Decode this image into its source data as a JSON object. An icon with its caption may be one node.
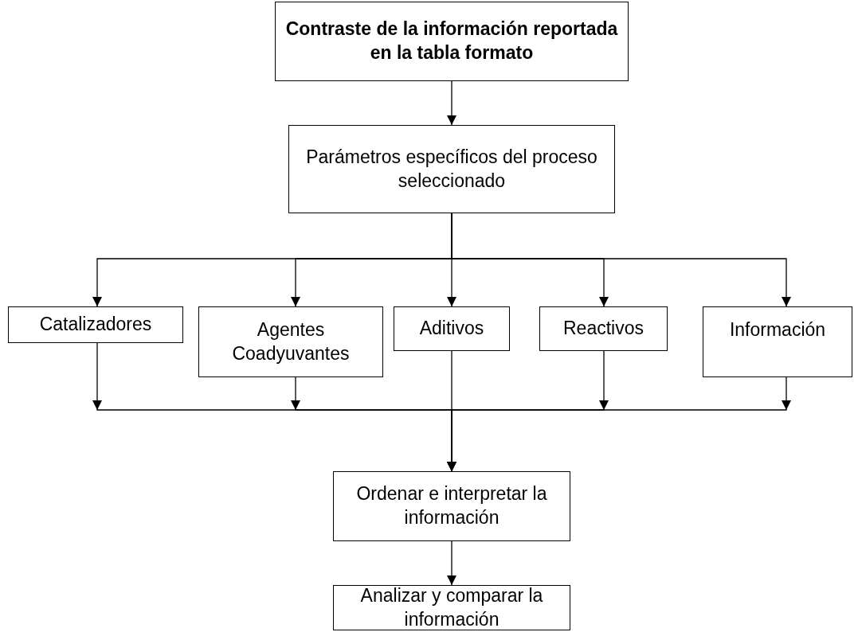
{
  "diagram": {
    "nodes": [
      {
        "text": [
          "Contraste de la información reportada en la tabla formato"
        ]
      },
      {
        "text": [
          "Parámetros específicos del proceso seleccionado"
        ]
      },
      {
        "text": [
          "Catalizadores"
        ]
      },
      {
        "text": [
          "Agentes Coadyuvantes"
        ]
      },
      {
        "text": [
          "Aditivos"
        ]
      },
      {
        "text": [
          "Reactivos"
        ]
      },
      {
        "text": [
          "Información"
        ]
      },
      {
        "text": [
          "Ordenar e interpretar la información"
        ]
      },
      {
        "text": [
          "Analizar y comparar la información"
        ]
      }
    ],
    "edges": [
      {
        "from": 0,
        "to": 1,
        "arrow": "to"
      },
      {
        "from": 1,
        "to": 2,
        "arrow": "to"
      },
      {
        "from": 1,
        "to": 3,
        "arrow": "to"
      },
      {
        "from": 1,
        "to": 4,
        "arrow": "to"
      },
      {
        "from": 1,
        "to": 5,
        "arrow": "to"
      },
      {
        "from": 1,
        "to": 6,
        "arrow": "to"
      },
      {
        "from": 2,
        "to": 7,
        "arrow": "to"
      },
      {
        "from": 3,
        "to": 7,
        "arrow": "to"
      },
      {
        "from": 4,
        "to": 7,
        "arrow": "to"
      },
      {
        "from": 5,
        "to": 7,
        "arrow": "to"
      },
      {
        "from": 6,
        "to": 7,
        "arrow": "to"
      },
      {
        "from": 7,
        "to": 8,
        "arrow": "to"
      }
    ]
  }
}
